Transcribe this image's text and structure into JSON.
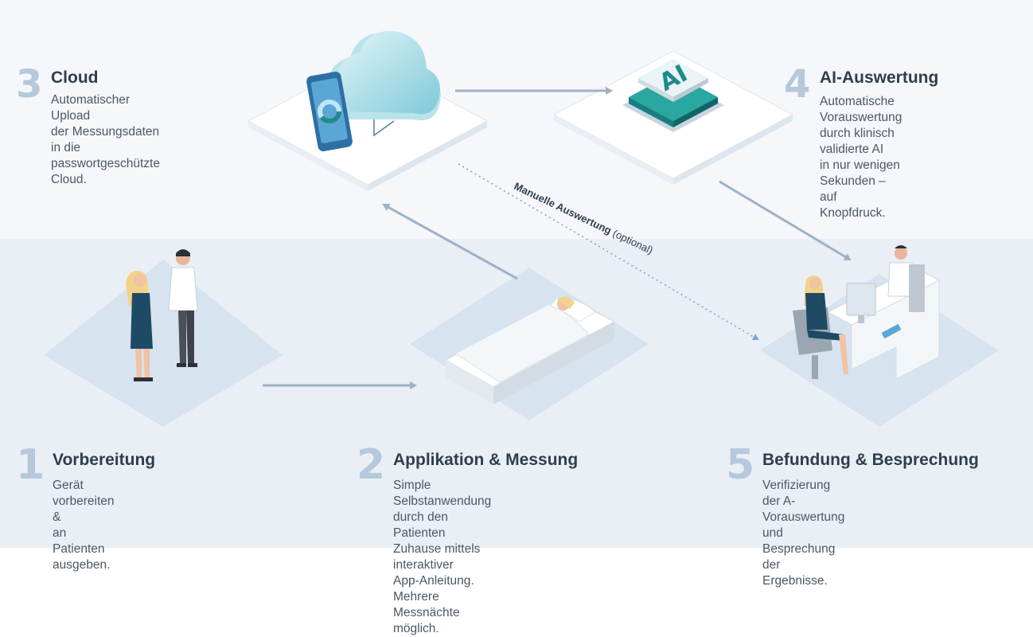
{
  "steps": {
    "cloud": {
      "number": "3",
      "title": "Cloud",
      "description": "Automatischer Upload\nder Messungsdaten in die\npasswortgeschützte Cloud."
    },
    "ai": {
      "number": "4",
      "title": "AI-Auswertung",
      "description": "Automatische Vorauswertung\ndurch klinisch validierte AI\nin nur wenigen Sekunden –\nauf Knopfdruck."
    },
    "preparation": {
      "number": "1",
      "title": "Vorbereitung",
      "description": "Gerät vorbereiten &\nan Patienten ausgeben."
    },
    "application": {
      "number": "2",
      "title": "Applikation & Messung",
      "description": "Simple Selbstanwendung durch den\nPatienten Zuhause mittels interaktiver\nApp-Anleitung. Mehrere Messnächte möglich."
    },
    "findings": {
      "number": "5",
      "title": "Befundung & Besprechung",
      "description": "Verifizierung der A-Vorauswertung\nund Besprechung der Ergebnisse."
    }
  },
  "manual_path": {
    "label": "Manuelle Auswertung",
    "note": " (optional)"
  },
  "chip_text": "AI",
  "colors": {
    "text": "#2f3e4e",
    "number": "#b5c8dc",
    "arrow": "#9fb1c6",
    "platform": "#d7e3ee",
    "accent": "#1e8a8c"
  }
}
